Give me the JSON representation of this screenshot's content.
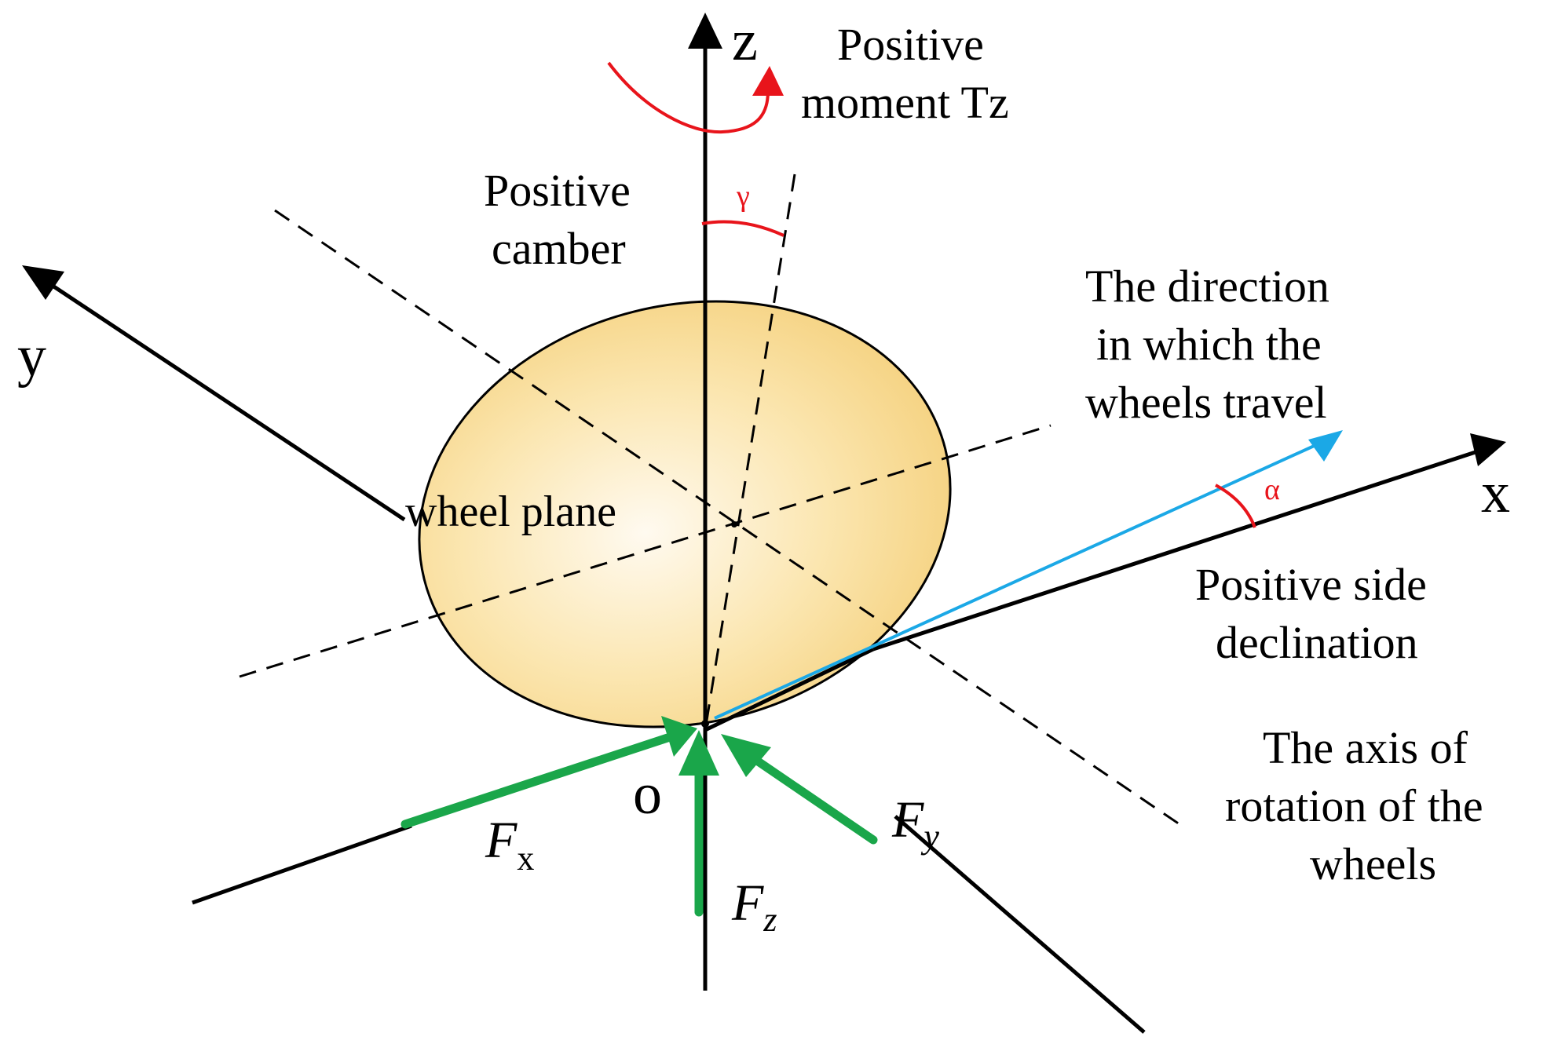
{
  "axes": {
    "z": "z",
    "y": "y",
    "x": "x",
    "origin": "o"
  },
  "labels": {
    "moment_line1": "Positive",
    "moment_line2": "moment Tz",
    "camber_line1": "Positive",
    "camber_line2": "camber",
    "gamma": "γ",
    "travel_line1": "The direction",
    "travel_line2": "in which the",
    "travel_line3": "wheels travel",
    "alpha": "α",
    "side_line1": "Positive side",
    "side_line2": "declination",
    "rotation_line1": "The axis of",
    "rotation_line2": "rotation of the",
    "rotation_line3": "wheels",
    "wheel_plane": "wheel plane"
  },
  "forces": {
    "fx": {
      "symbol": "F",
      "subscript": "x"
    },
    "fy": {
      "symbol": "F",
      "subscript": "y"
    },
    "fz": {
      "symbol": "F",
      "subscript": "z"
    }
  },
  "colors": {
    "axis": "#000000",
    "force": "#1aa64a",
    "moment": "#e8141b",
    "travel": "#1ba8e6",
    "wheel_fill": "#f7d98c",
    "wheel_center": "#fffaf0"
  }
}
